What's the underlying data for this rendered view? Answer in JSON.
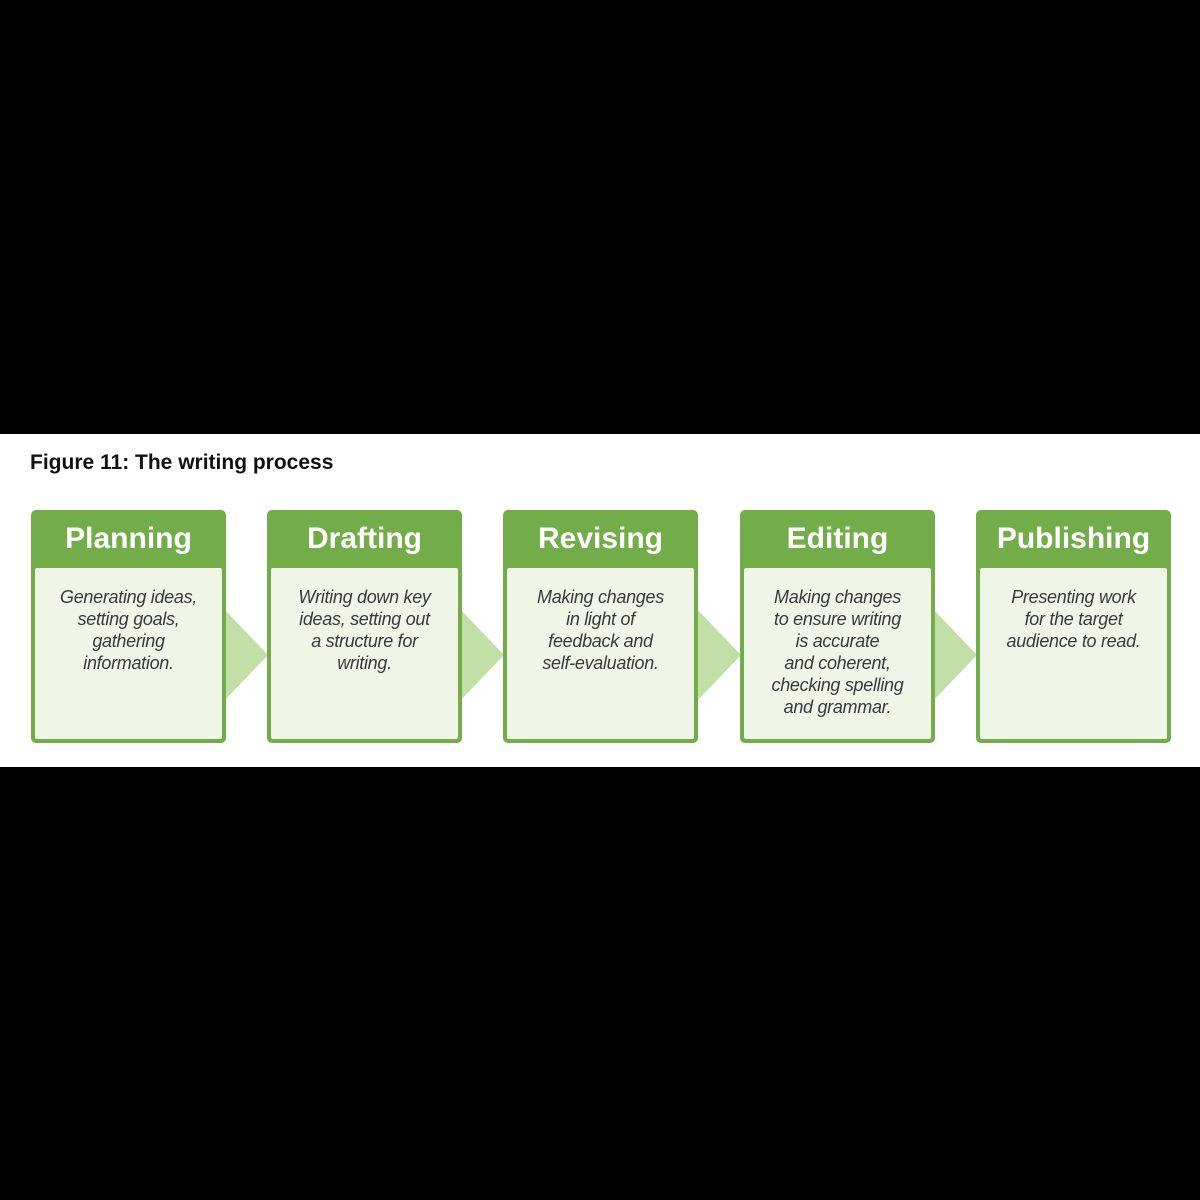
{
  "figure": {
    "title": "Figure 11: The writing process"
  },
  "colors": {
    "header_green": "#72ad49",
    "body_fill": "#eff6e8",
    "arrow_fill": "#c2dfa8"
  },
  "steps": [
    {
      "title": "Planning",
      "description": "Generating ideas,\nsetting goals,\ngathering\ninformation."
    },
    {
      "title": "Drafting",
      "description": "Writing down key\nideas, setting out\na structure for\nwriting."
    },
    {
      "title": "Revising",
      "description": "Making changes\nin light of\nfeedback and\nself-evaluation."
    },
    {
      "title": "Editing",
      "description": "Making changes\nto ensure writing\nis accurate\nand coherent,\nchecking spelling\nand grammar."
    },
    {
      "title": "Publishing",
      "description": "Presenting work\nfor the target\naudience to read."
    }
  ]
}
